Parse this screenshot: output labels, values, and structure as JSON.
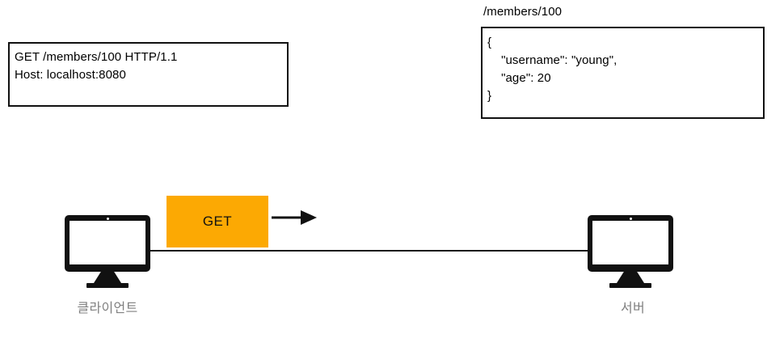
{
  "diagram": {
    "title": "HTTP GET request/response between client and server",
    "colors": {
      "accent": "#FCA903",
      "line": "#1a1a1a",
      "label": "#808080",
      "box_border": "#111111",
      "background": "#ffffff"
    }
  },
  "request": {
    "box_text": "GET /members/100 HTTP/1.1\nHost: localhost:8080",
    "line1": "GET /members/100 HTTP/1.1",
    "line2": "Host: localhost:8080"
  },
  "response": {
    "title": "/members/100",
    "box_text": "{\n    \"username\": \"young\",\n    \"age\": 20\n}",
    "line1": "{",
    "line2": "    \"username\": \"young\",",
    "line3": "    \"age\": 20",
    "line4": "}",
    "fields": [
      {
        "key": "username",
        "value": "young"
      },
      {
        "key": "age",
        "value": 20
      }
    ]
  },
  "flow": {
    "method_badge": "GET",
    "direction": "client-to-server"
  },
  "nodes": {
    "client_label": "클라이언트",
    "server_label": "서버"
  },
  "icons": {
    "client": "monitor-icon",
    "server": "monitor-icon",
    "arrow": "arrow-right-icon"
  }
}
